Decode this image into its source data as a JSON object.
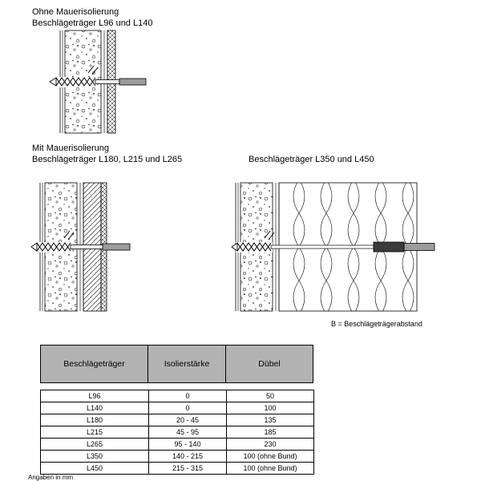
{
  "sections": {
    "ohne": {
      "title": "Ohne Mauerisolierung",
      "subtitle": "Beschlägeträger L96 und L140"
    },
    "mit": {
      "title": "Mit Mauerisolierung",
      "subtitle": "Beschlägeträger L180, L215 und L265"
    },
    "right": {
      "title": "Beschlägeträger L350 und L450",
      "caption": "B = Beschlägeträgerabstand"
    }
  },
  "table": {
    "headers": [
      "Beschlägeträger",
      "Isolierstärke",
      "Dübel"
    ],
    "rows": [
      [
        "L96",
        "0",
        "50"
      ],
      [
        "L140",
        "0",
        "100"
      ],
      [
        "L180",
        "20 - 45",
        "135"
      ],
      [
        "L215",
        "45 - 95",
        "185"
      ],
      [
        "L265",
        "95 - 140",
        "230"
      ],
      [
        "L350",
        "140 - 215",
        "100 (ohne Bund)"
      ],
      [
        "L450",
        "215 - 315",
        "100 (ohne Bund)"
      ]
    ]
  },
  "footnote": "Angaben in mm",
  "colors": {
    "table_header_bg": "#b3b3b3",
    "carrier_rod_gray": "#9c9c9c",
    "carrier_rod_dark": "#3b3b3b",
    "line_color": "#000000"
  }
}
